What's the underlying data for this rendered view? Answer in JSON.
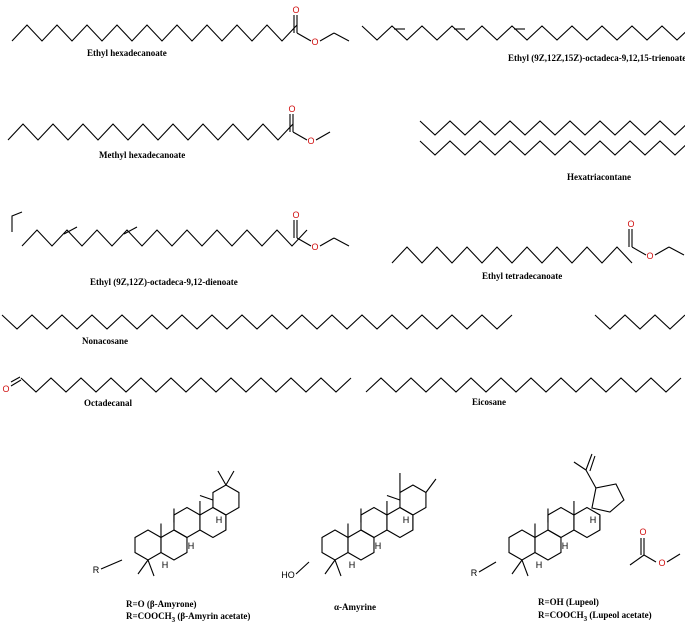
{
  "compounds": {
    "c1": "Ethyl hexadecanoate",
    "c2": "Ethyl (9Z,12Z,15Z)-octadeca-9,12,15-trienoate",
    "c3": "Methyl hexadecanoate",
    "c4": "Hexatriacontane",
    "c5": "Ethyl (9Z,12Z)-octadeca-9,12-dienoate",
    "c6": "Ethyl tetradecanoate",
    "c7": "Nonacosane",
    "c8": "Octadecanal",
    "c9": "Eicosane",
    "c11": "α-Amyrine"
  },
  "c10": {
    "line1": "R=O (β-Amyrone)",
    "line2": [
      "R=COOCH",
      "3",
      " (β-Amyrin acetate)"
    ]
  },
  "c12": {
    "line1": "R=OH (Lupeol)",
    "line2": [
      "R=COOCH",
      "3",
      " (Lupeol acetate)"
    ]
  },
  "atoms": {
    "oxygen": "O",
    "hydrogen": "H",
    "r": "R",
    "hydroxyl": "HO"
  },
  "colors": {
    "oxygen": "#d01010",
    "bond": "#000000"
  }
}
